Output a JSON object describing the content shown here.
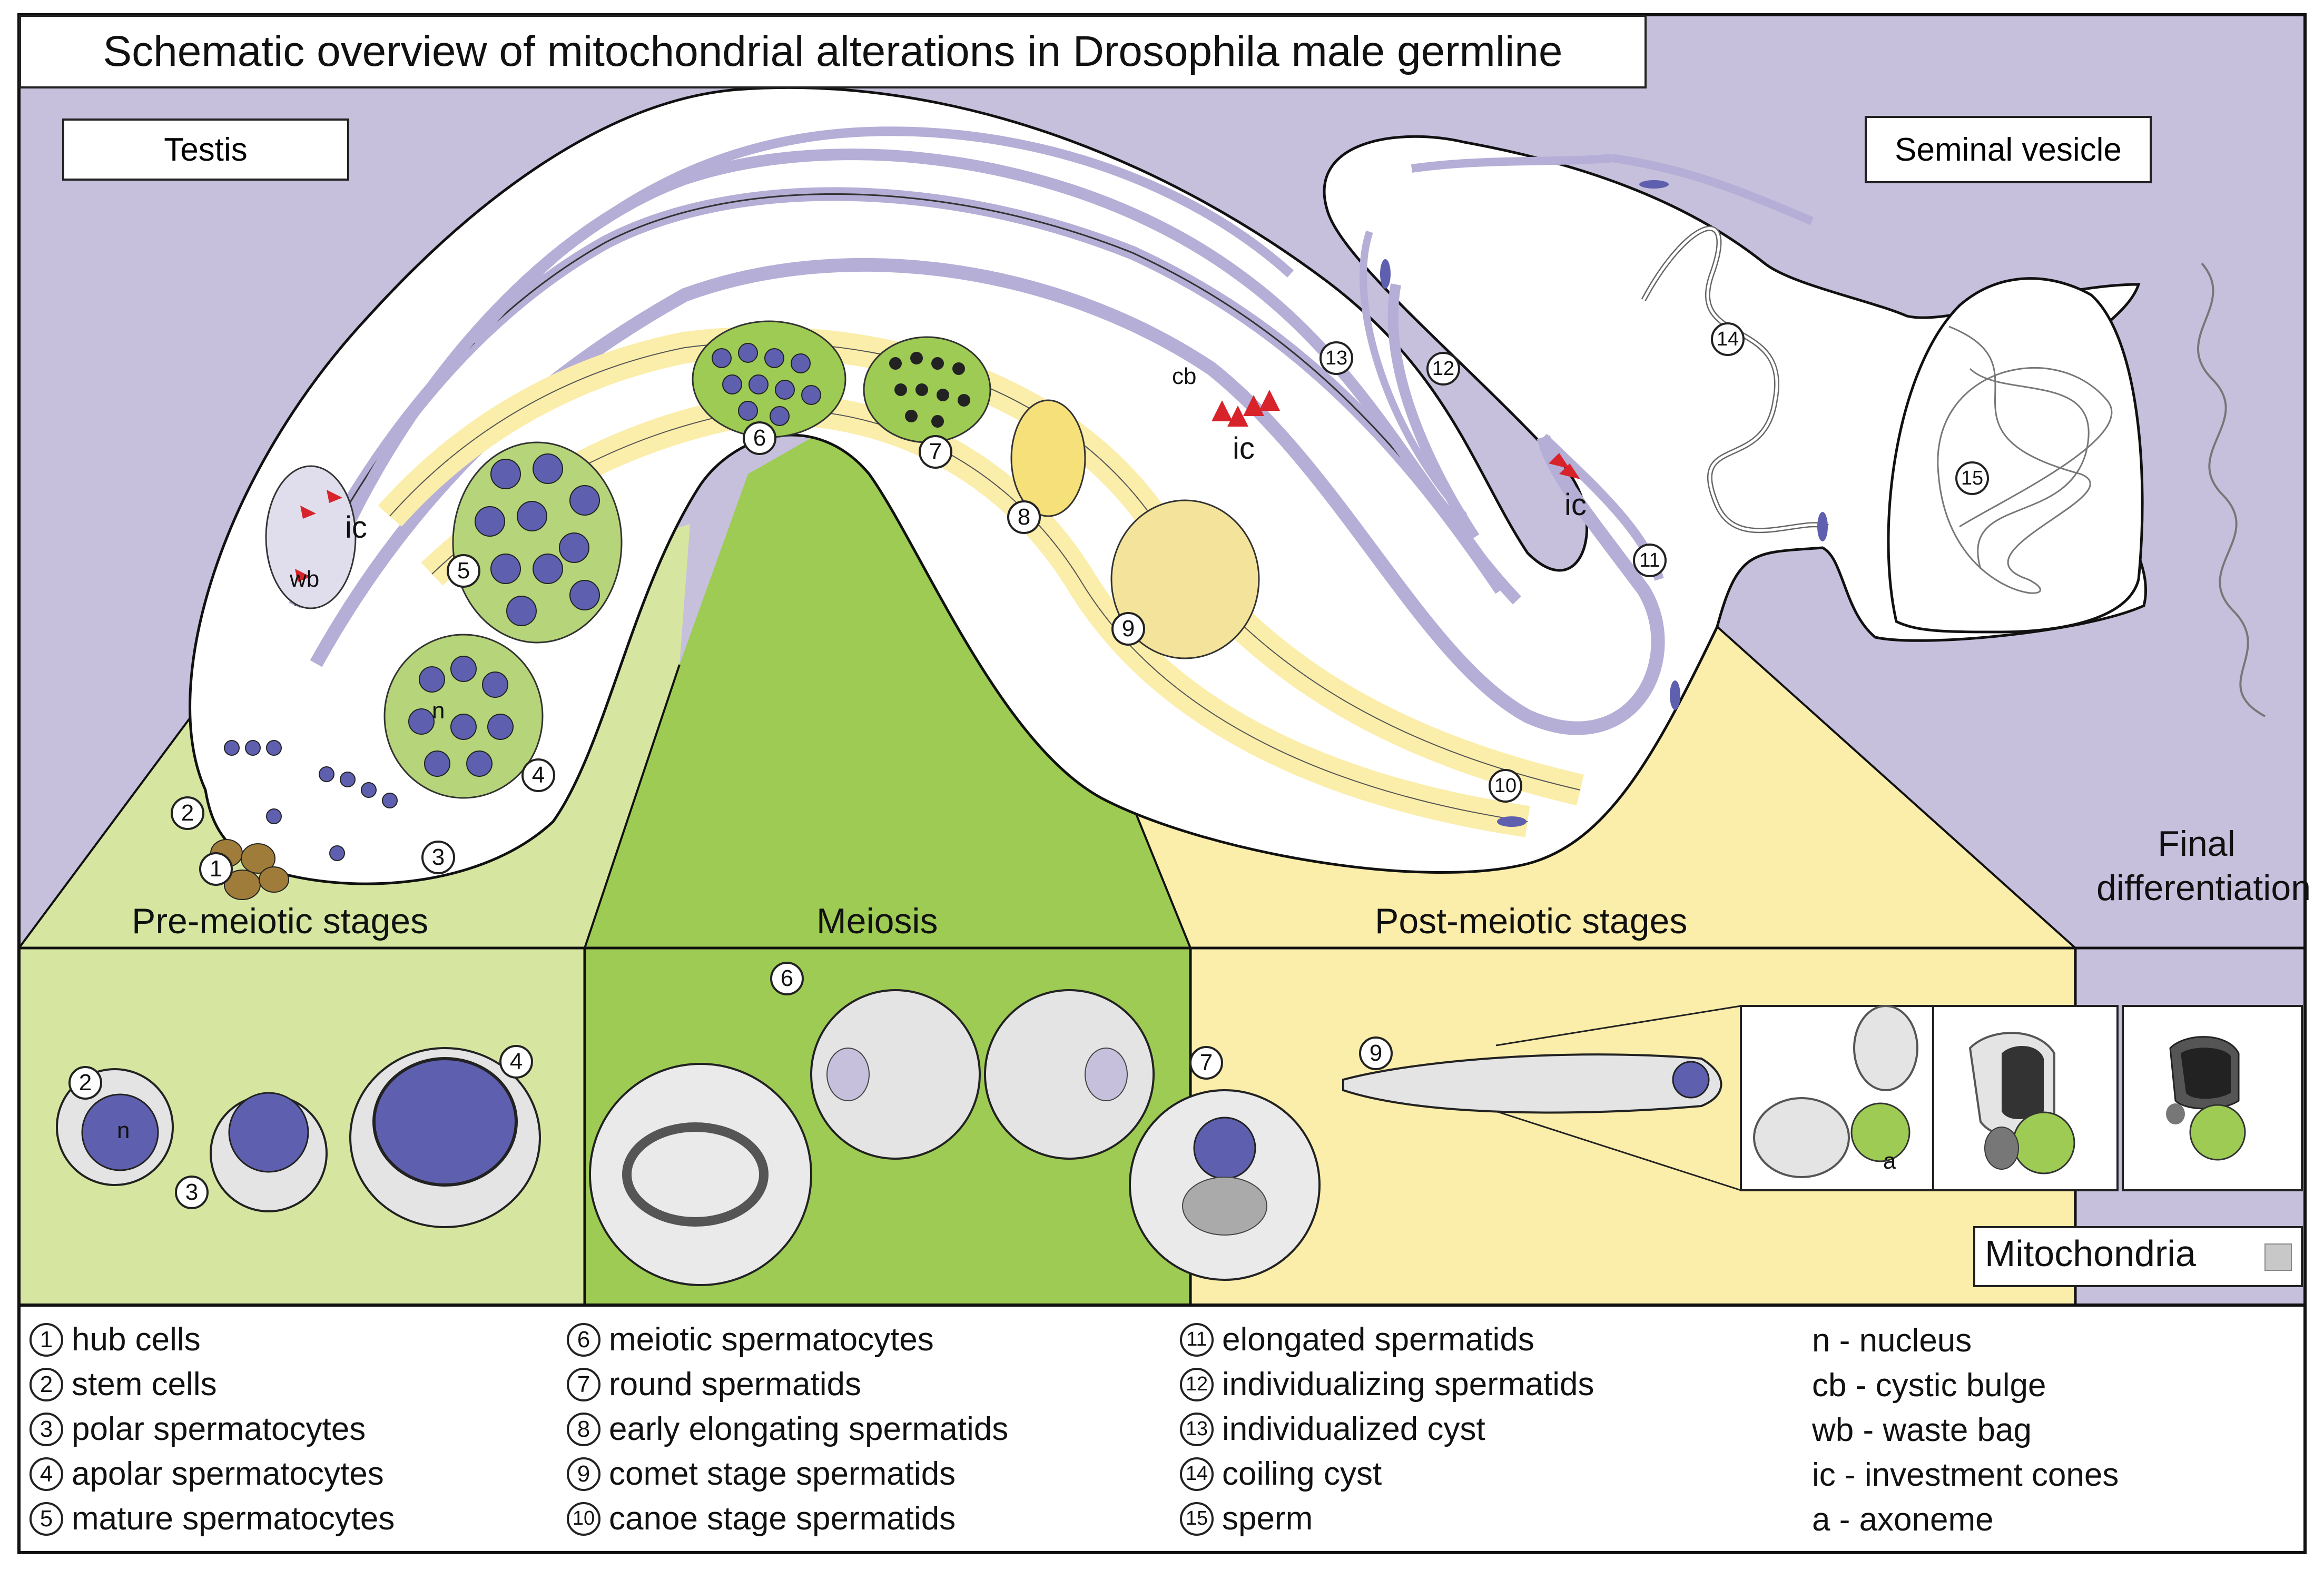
{
  "title": "Schematic overview of mitochondrial alterations in Drosophila male germline",
  "regions": {
    "testis": "Testis",
    "seminal_vesicle": "Seminal vesicle",
    "final_differentiation_line1": "Final",
    "final_differentiation_line2": "differentiation"
  },
  "sections": {
    "pre_meiotic": "Pre-meiotic stages",
    "meiosis": "Meiosis",
    "post_meiotic": "Post-meiotic stages"
  },
  "diagram_labels": {
    "ic": "ic",
    "wb": "wb",
    "cb": "cb",
    "n": "n",
    "a": "a"
  },
  "stage_numbers": [
    "1",
    "2",
    "3",
    "4",
    "5",
    "6",
    "7",
    "8",
    "9",
    "10",
    "11",
    "12",
    "13",
    "14",
    "15"
  ],
  "mitochondria_label": "Mitochondria",
  "legend": {
    "stages": [
      {
        "num": "1",
        "text": "hub cells"
      },
      {
        "num": "2",
        "text": "stem cells"
      },
      {
        "num": "3",
        "text": "polar spermatocytes"
      },
      {
        "num": "4",
        "text": "apolar spermatocytes"
      },
      {
        "num": "5",
        "text": "mature spermatocytes"
      },
      {
        "num": "6",
        "text": "meiotic spermatocytes"
      },
      {
        "num": "7",
        "text": "round spermatids"
      },
      {
        "num": "8",
        "text": "early elongating spermatids"
      },
      {
        "num": "9",
        "text": "comet stage spermatids"
      },
      {
        "num": "10",
        "text": "canoe stage spermatids"
      },
      {
        "num": "11",
        "text": "elongated spermatids"
      },
      {
        "num": "12",
        "text": "individualizing spermatids"
      },
      {
        "num": "13",
        "text": "individualized cyst"
      },
      {
        "num": "14",
        "text": "coiling cyst"
      },
      {
        "num": "15",
        "text": "sperm"
      }
    ],
    "abbreviations": [
      "n - nucleus",
      "cb - cystic bulge",
      "wb - waste bag",
      "ic - investment cones",
      "a - axoneme"
    ]
  },
  "colors": {
    "background_purple": "#c6c0dd",
    "pre_meiotic_green": "#d6e6a0",
    "meiosis_green": "#9ecb54",
    "post_meiotic_yellow": "#fbedaa",
    "nucleus_blue": "#5e5fae",
    "tube_purple": "#b5aed6",
    "investment_cone_red": "#d8232a",
    "hub_brown": "#a07c3a",
    "mitochondria_gray": "#c8c8c8"
  }
}
